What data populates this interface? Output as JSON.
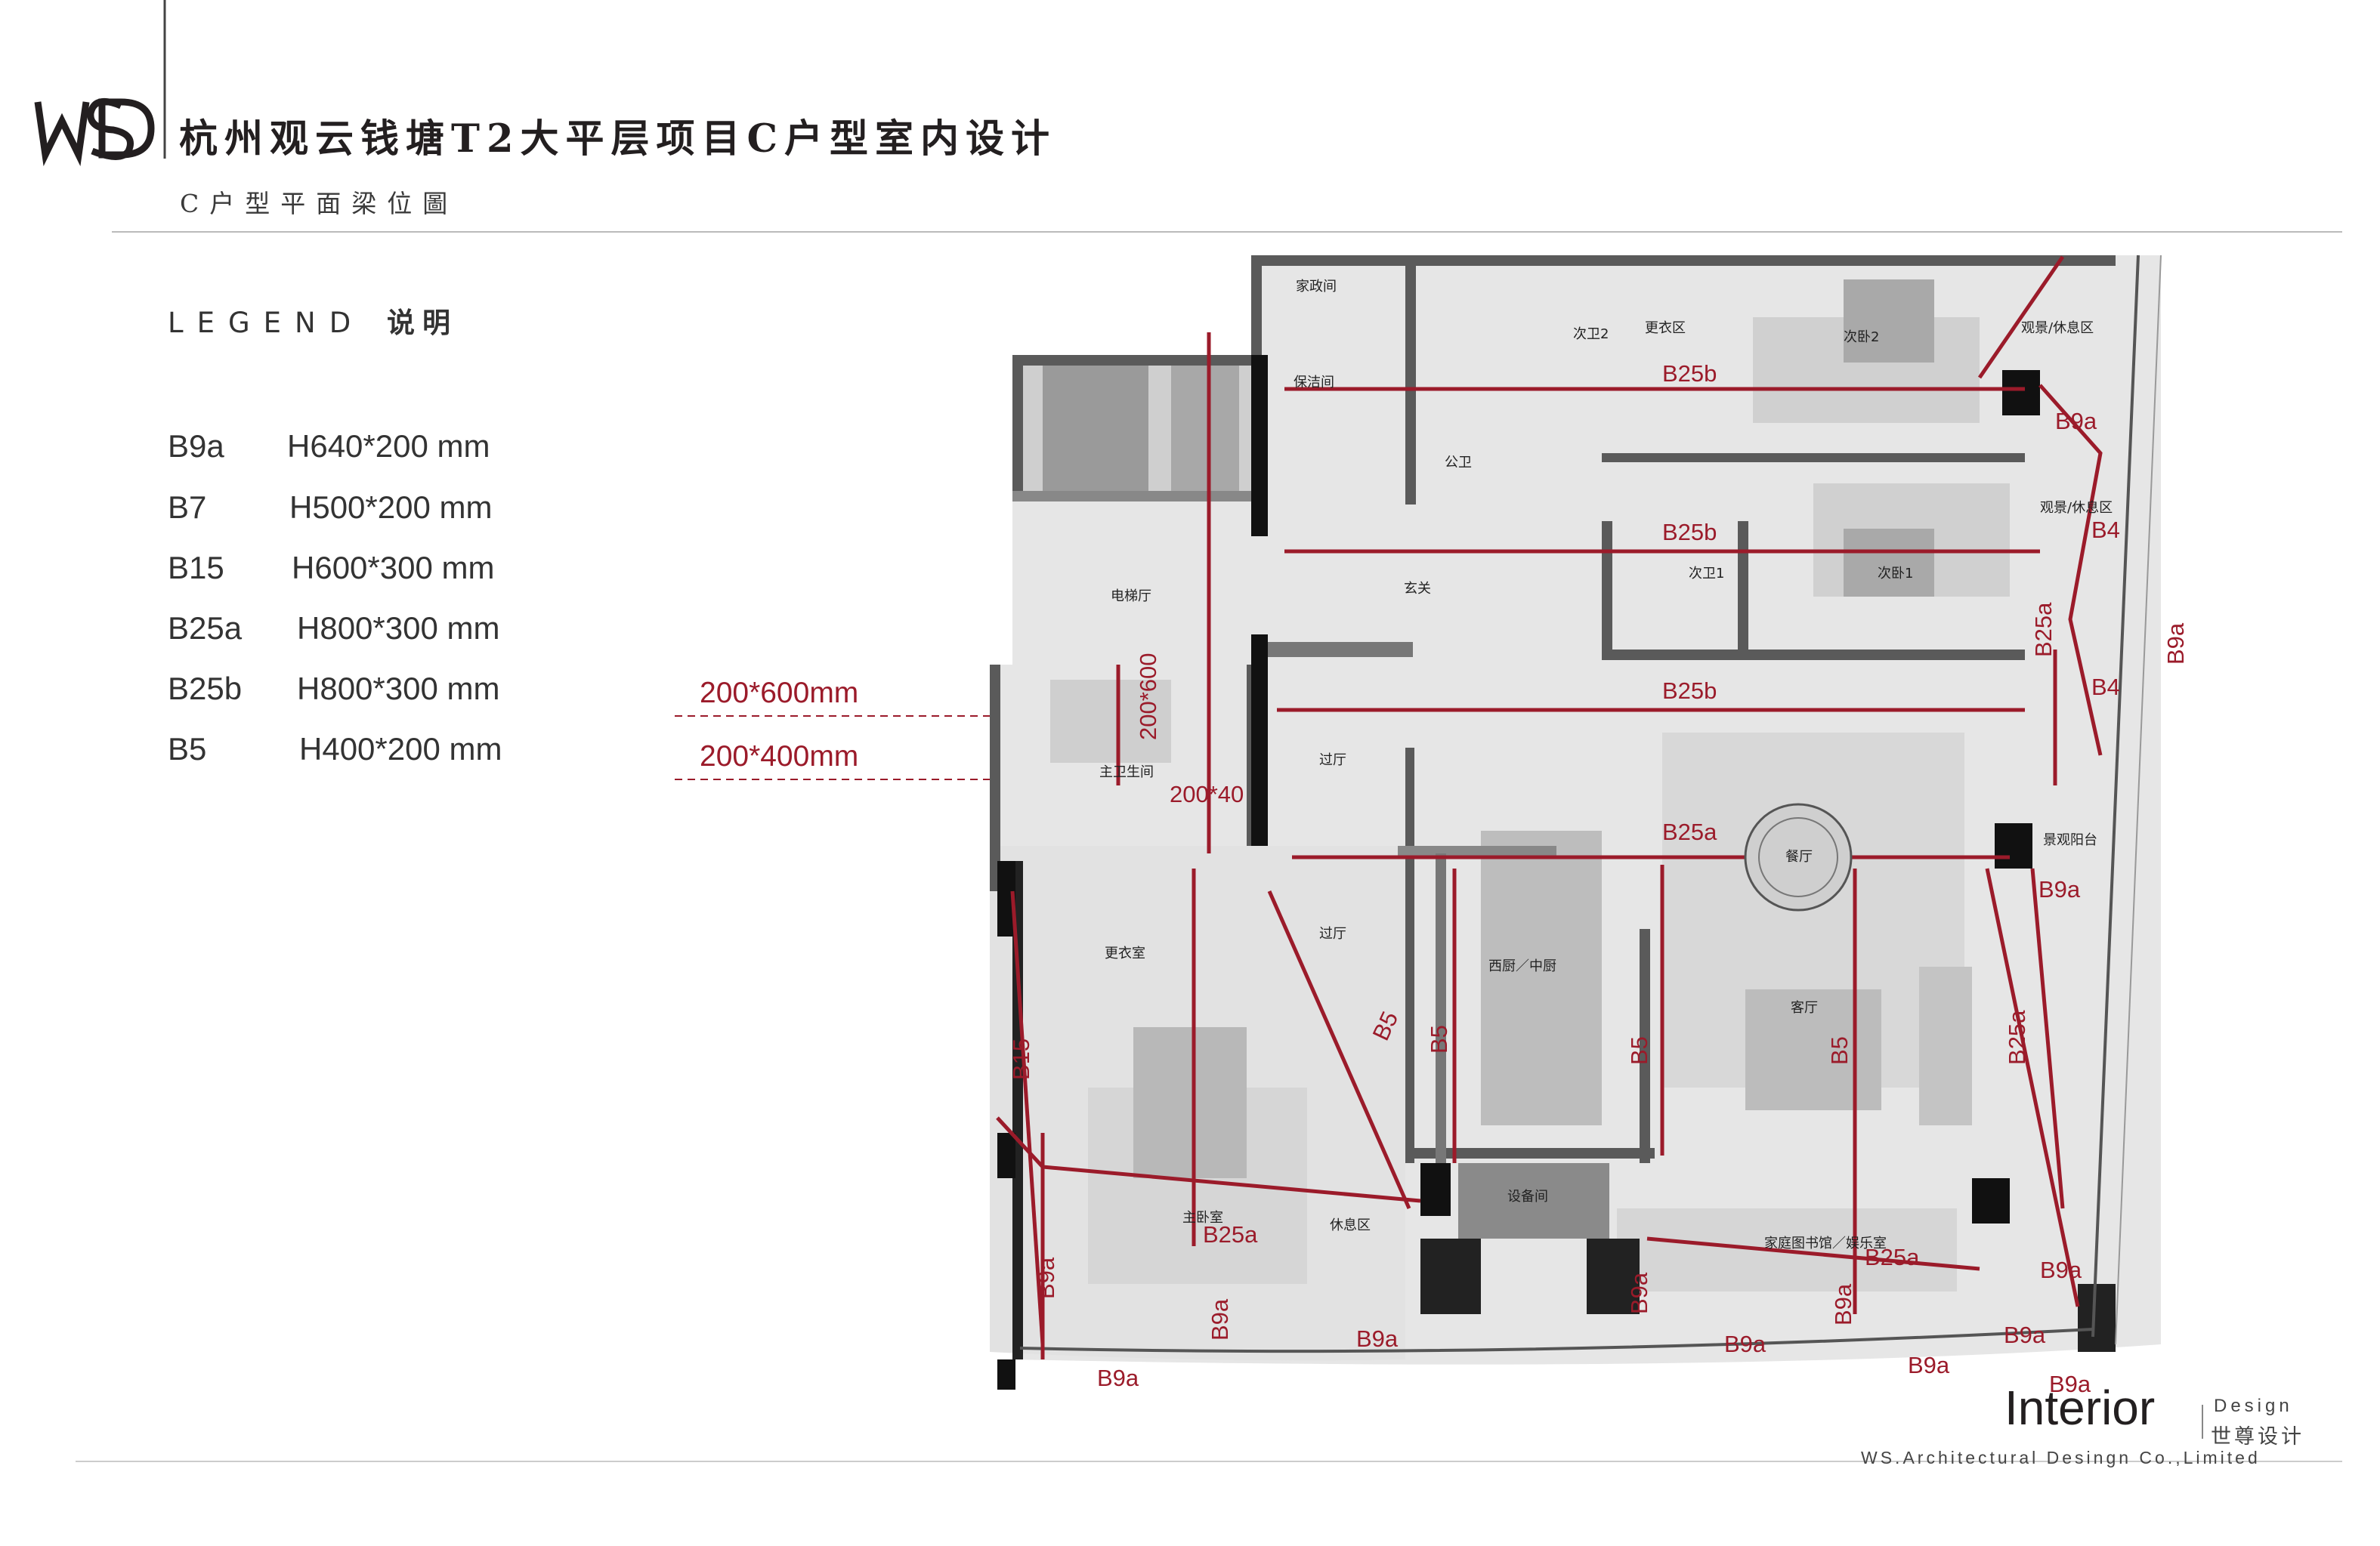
{
  "brand": {
    "logo_text": "WSD",
    "project_title": "杭州观云钱塘T2大平层项目C户型室内设计",
    "subtitle": "C户型平面梁位圖"
  },
  "legend": {
    "title_en": "LEGEND",
    "title_cn": "说明",
    "items": [
      {
        "code": "B9a",
        "dim": "H640*200 mm"
      },
      {
        "code": "B7",
        "dim": "H500*200 mm"
      },
      {
        "code": "B15",
        "dim": "H600*300 mm"
      },
      {
        "code": "B25a",
        "dim": "H800*300 mm"
      },
      {
        "code": "B25b",
        "dim": "H800*300 mm"
      },
      {
        "code": "B5",
        "dim": "H400*200 mm"
      }
    ]
  },
  "callouts": [
    "200*600mm",
    "200*400mm"
  ],
  "plan": {
    "rooms": {
      "housekeeping": "家政间",
      "storage": "保洁间",
      "bath2": "次卫2",
      "closet_top": "更衣区",
      "bed2": "次卧2",
      "lounge_top": "观景/休息区",
      "public_wc": "公卫",
      "bath1": "次卫1",
      "bed1": "次卧1",
      "lounge_mid": "观景/休息区",
      "elevator_hall": "电梯厅",
      "foyer": "玄关",
      "master_bath": "主卫生间",
      "corridor1": "过厅",
      "corridor2": "过厅",
      "dining": "餐厅",
      "balcony": "景观阳台",
      "wardrobe": "更衣室",
      "kitchen": "西厨／中厨",
      "living": "客厅",
      "master_bed": "主卧室",
      "rest": "休息区",
      "equipment": "设备间",
      "family": "家庭图书馆／娱乐室"
    },
    "beams": {
      "b25b_1": "B25b",
      "b25b_2": "B25b",
      "b25b_3": "B25b",
      "b25a_1": "B25a",
      "b25a_2": "B25a",
      "b25a_3": "B25a",
      "b25a_4": "B25a",
      "b25a_5": "B25a",
      "b4_1": "B4",
      "b4_2": "B4",
      "b5_1": "B5",
      "b5_2": "B5",
      "b5_3": "B5",
      "b5_4": "B5",
      "b15": "B15",
      "b9a_1": "B9a",
      "b9a_2": "B9a",
      "b9a_3": "B9a",
      "b9a_4": "B9a",
      "b9a_5": "B9a",
      "b9a_6": "B9a",
      "b9a_7": "B9a",
      "b9a_8": "B9a",
      "b9a_9": "B9a",
      "b9a_10": "B9a",
      "b9a_11": "B9a",
      "b9a_12": "B9a",
      "b9a_13": "B9a",
      "b9a_14": "B9a",
      "dim_200_600": "200*600",
      "dim_200_40": "200*40"
    }
  },
  "footer": {
    "interior": "Interior",
    "design_en": "Design",
    "design_cn": "世尊设计",
    "company": "WS.Architectural Desingn Co.,Limited"
  },
  "colors": {
    "beam_red": "#9b1b2a",
    "wall": "#5a5a5a",
    "floor": "#e6e6e6",
    "column": "#111111"
  }
}
